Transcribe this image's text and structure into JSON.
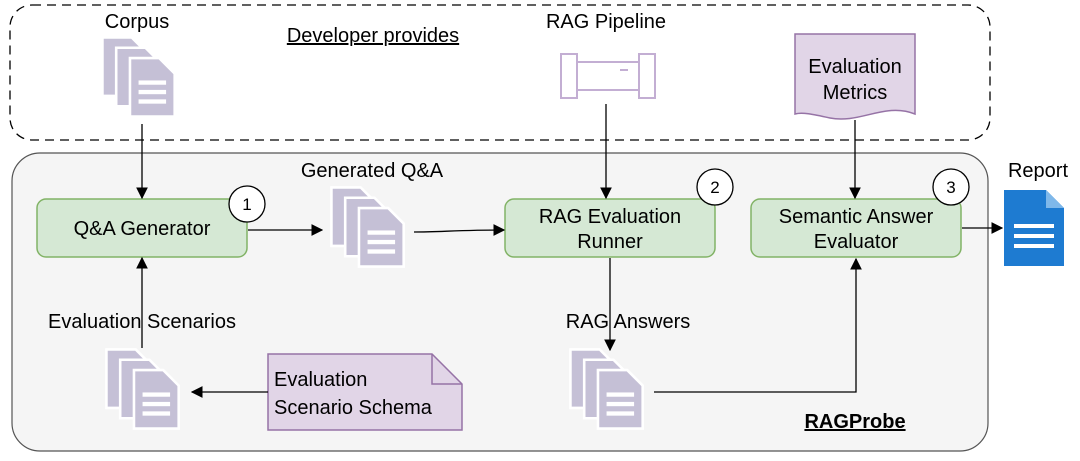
{
  "developer_box": {
    "label": "Developer provides"
  },
  "ragprobe_box": {
    "label": "RAGProbe"
  },
  "inputs": {
    "corpus": "Corpus",
    "rag_pipeline": "RAG Pipeline",
    "evaluation_metrics": [
      "Evaluation",
      "Metrics"
    ]
  },
  "components": {
    "qa_generator": {
      "label": "Q&A Generator",
      "step": "1"
    },
    "rag_evaluation_runner": {
      "label": [
        "RAG Evaluation",
        "Runner"
      ],
      "step": "2"
    },
    "semantic_answer_evaluator": {
      "label": [
        "Semantic Answer",
        "Evaluator"
      ],
      "step": "3"
    }
  },
  "artifacts": {
    "generated_qa": "Generated Q&A",
    "rag_answers": "RAG Answers",
    "evaluation_scenarios": "Evaluation Scenarios",
    "scenario_schema": [
      "Evaluation",
      "Scenario Schema"
    ],
    "report": "Report"
  },
  "colors": {
    "component_fill": "#d5e8d4",
    "component_stroke": "#82b366",
    "doc_fill": "#e1d5e7",
    "doc_stroke": "#9673a6",
    "panel_fill": "#f5f5f5",
    "report_blue": "#1e7bd1"
  },
  "icons": {
    "corpus": "document-stack-icon",
    "pipeline": "pipe-icon",
    "report": "report-document-icon"
  }
}
